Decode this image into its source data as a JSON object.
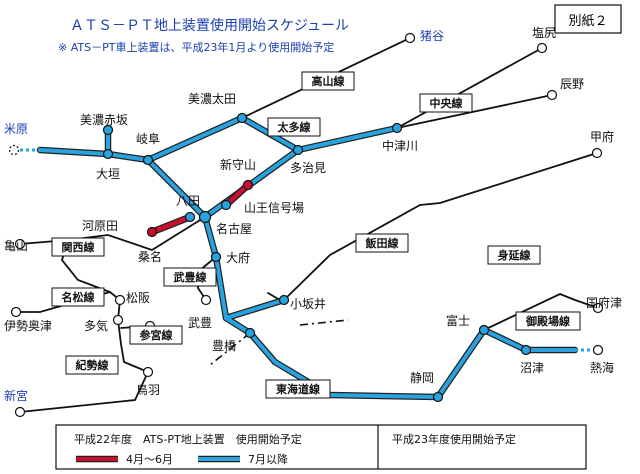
{
  "title": "ＡＴＳ－ＰＴ地上装置使用開始スケジュール",
  "note": "※ ATS－PT車上装置は、平成23年1月より使用開始予定",
  "attachment_label": "別紙２",
  "colors": {
    "apr_jun": "#c8102e",
    "from_jul": "#29a3df",
    "h23_lines": "#111111",
    "station_fill": "#29a3df",
    "destination_text": "#1a3fb0"
  },
  "destinations": {
    "sarutani": "猪谷",
    "maibara": "米原",
    "shingu": "新宮"
  },
  "stations": {
    "mino_akasaka": "美濃赤坂",
    "ogaki": "大垣",
    "gifu": "岐阜",
    "mino_ota": "美濃太田",
    "tajimi": "多治見",
    "shin_moriyama": "新守山",
    "nakatsugawa": "中津川",
    "shiojiri": "塩尻",
    "tatsuno": "辰野",
    "kofu": "甲府",
    "yata": "八田",
    "sanno": "山王信号場",
    "nagoya": "名古屋",
    "kuwana": "桑名",
    "obu": "大府",
    "kawaharada": "河原田",
    "kameyama": "亀山",
    "matsusaka": "松阪",
    "ise_okitsu": "伊勢奥津",
    "taki": "多気",
    "toba": "鳥羽",
    "taketoyo": "武豊",
    "toyohashi": "豊橋",
    "kozakai": "小坂井",
    "shizuoka": "静岡",
    "fuji": "富士",
    "numazu": "沼津",
    "atami": "熱海",
    "kozu": "国府津"
  },
  "lines": {
    "takayama": "高山線",
    "chuo": "中央線",
    "taita": "太多線",
    "iida": "飯田線",
    "kansai": "関西線",
    "minobu": "身延線",
    "taketoyo": "武豊線",
    "meisho": "名松線",
    "sangu": "参宮線",
    "gotemba": "御殿場線",
    "kisei": "紀勢線",
    "tokaido": "東海道線"
  },
  "legend": {
    "h22_heading": "平成22年度　ATS-PT地上装置　使用開始予定",
    "apr_jun": "4月～6月",
    "from_jul": "7月以降",
    "h23_heading": "平成23年度使用開始予定"
  }
}
